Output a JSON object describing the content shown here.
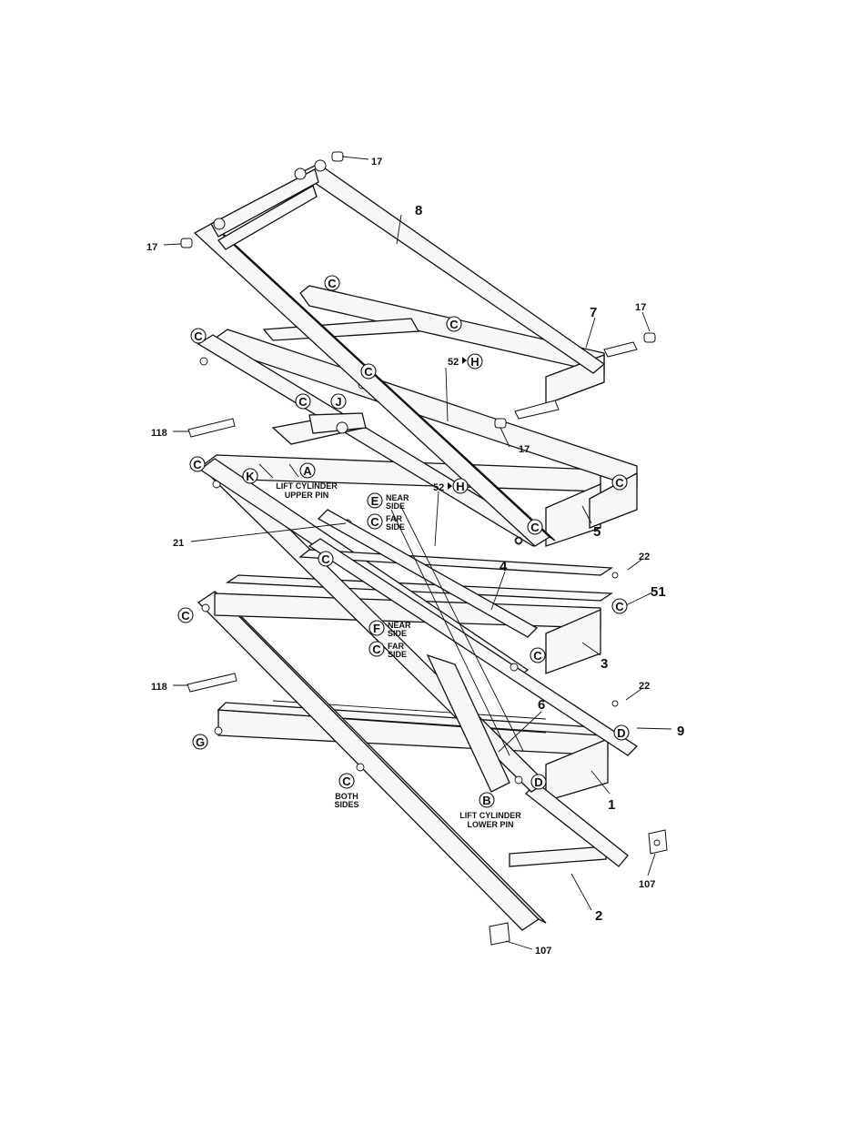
{
  "callouts": {
    "p17a": "17",
    "p17b": "17",
    "p17c": "17",
    "p17d": "17",
    "p8": "8",
    "p7": "7",
    "p5": "5",
    "p4": "4",
    "p3": "3",
    "p6": "6",
    "p1": "1",
    "p2": "2",
    "p9": "9",
    "p22a": "22",
    "p22b": "22",
    "p51": "51",
    "p21": "21",
    "p118a": "118",
    "p118b": "118",
    "p107a": "107",
    "p107b": "107",
    "p52a": "52",
    "p52b": "52"
  },
  "letters": {
    "A": "A",
    "B": "B",
    "C": "C",
    "D": "D",
    "E": "E",
    "F": "F",
    "G": "G",
    "H": "H",
    "J": "J",
    "K": "K"
  },
  "notes": {
    "lift_upper_1": "LIFT CYLINDER",
    "lift_upper_2": "UPPER PIN",
    "lift_lower_1": "LIFT CYLINDER",
    "lift_lower_2": "LOWER PIN",
    "near": "NEAR",
    "side": "SIDE",
    "far": "FAR",
    "both": "BOTH",
    "sides": "SIDES"
  }
}
